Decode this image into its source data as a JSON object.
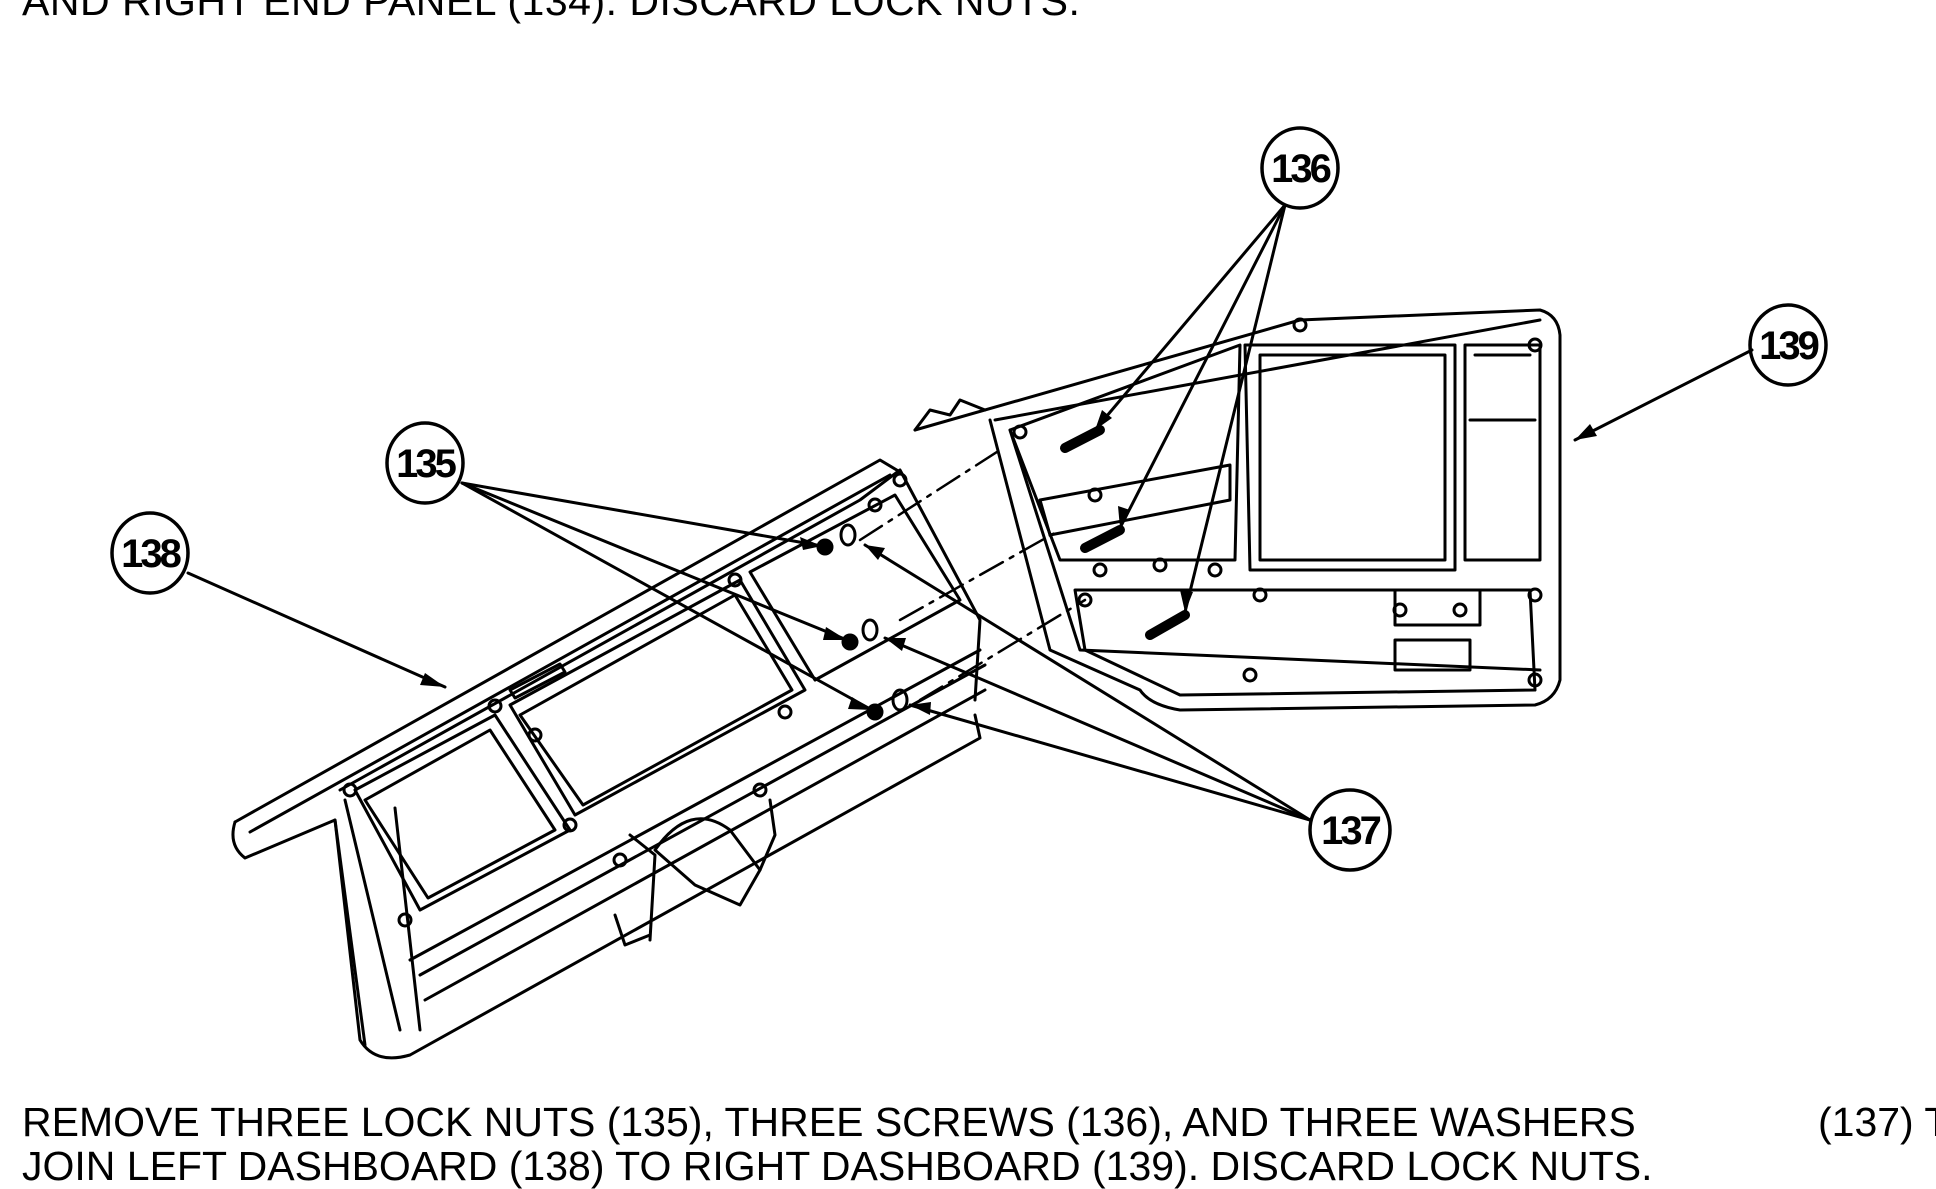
{
  "header": {
    "instruction_tail": "AND RIGHT END PANEL (134). DISCARD LOCK NUTS."
  },
  "callouts": [
    {
      "id": "135",
      "label": "135"
    },
    {
      "id": "136",
      "label": "136"
    },
    {
      "id": "137",
      "label": "137"
    },
    {
      "id": "138",
      "label": "138"
    },
    {
      "id": "139",
      "label": "139"
    }
  ],
  "footer": {
    "line1": "REMOVE THREE LOCK NUTS (135), THREE SCREWS (136), AND THREE WASHERS",
    "line1_tail": "(137) T",
    "line2": "JOIN LEFT DASHBOARD (138) TO RIGHT DASHBOARD (139). DISCARD LOCK NUTS."
  }
}
